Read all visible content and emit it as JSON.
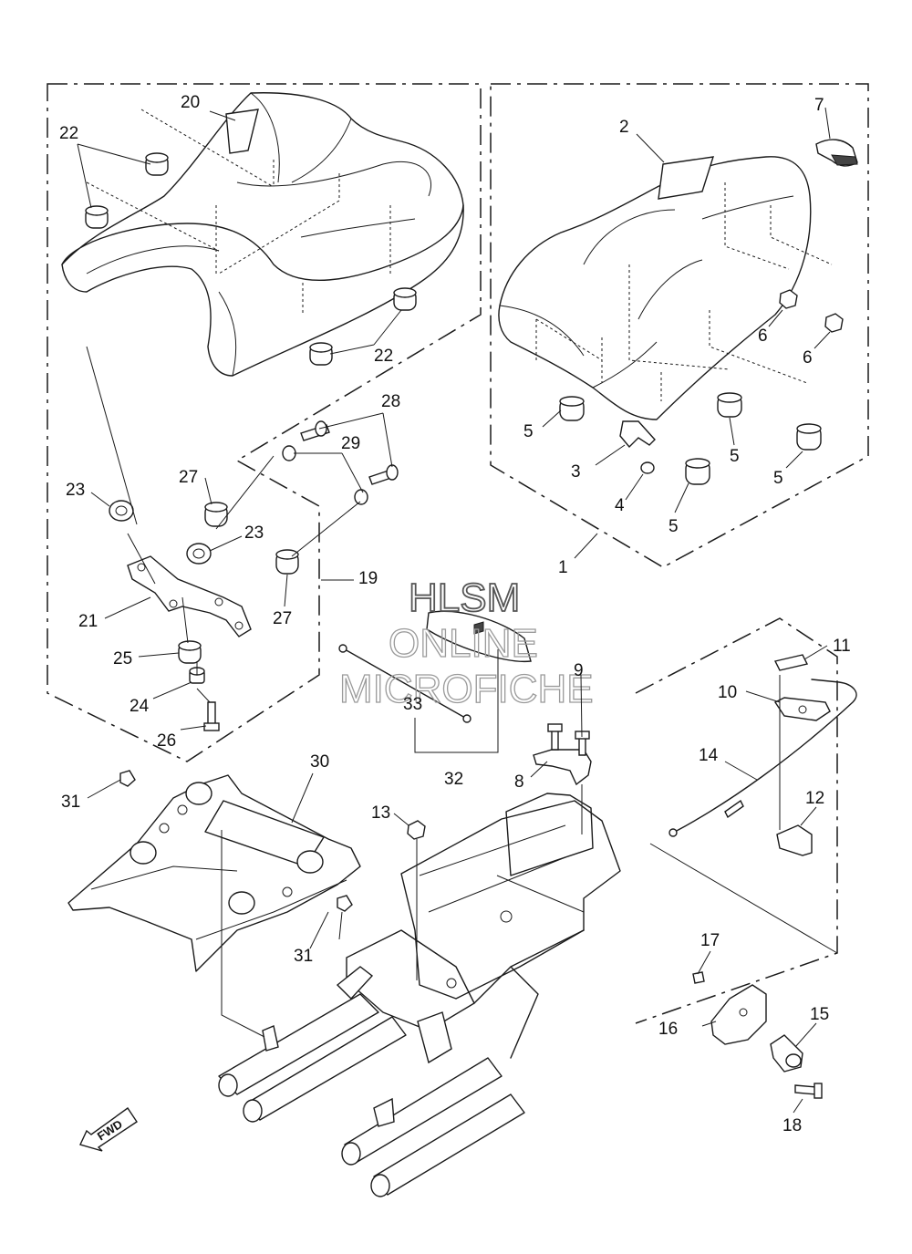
{
  "watermark": {
    "line1": "HLSM",
    "line2": "ONLINE",
    "line3": "MICROFICHE"
  },
  "fwd_label": "FWD",
  "callouts": {
    "c1": "1",
    "c2": "2",
    "c3": "3",
    "c4": "4",
    "c5a": "5",
    "c5b": "5",
    "c5c": "5",
    "c5d": "5",
    "c6a": "6",
    "c6b": "6",
    "c7": "7",
    "c8": "8",
    "c9": "9",
    "c10": "10",
    "c11": "11",
    "c12": "12",
    "c13": "13",
    "c14": "14",
    "c15": "15",
    "c16": "16",
    "c17": "17",
    "c18": "18",
    "c19": "19",
    "c20": "20",
    "c21": "21",
    "c22a": "22",
    "c22b": "22",
    "c23a": "23",
    "c23b": "23",
    "c24": "24",
    "c25": "25",
    "c26": "26",
    "c27a": "27",
    "c27b": "27",
    "c28": "28",
    "c29": "29",
    "c30": "30",
    "c31a": "31",
    "c31b": "31",
    "c32": "32",
    "c33": "33"
  },
  "icons": {
    "arrow": "fwd-arrow-icon"
  }
}
